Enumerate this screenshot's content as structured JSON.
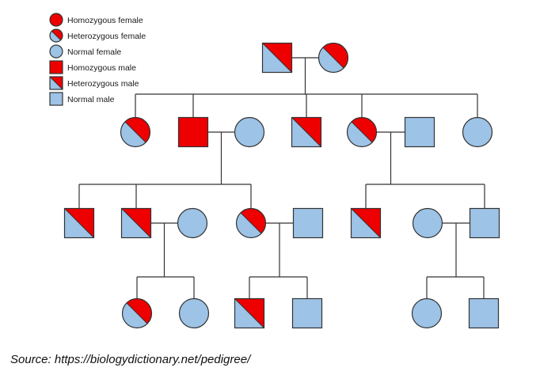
{
  "colors": {
    "affected": "#ee0000",
    "normal": "#9dc3e6",
    "line": "#333333",
    "stroke": "#333333"
  },
  "legend": [
    {
      "label": "Homozygous female",
      "shape": "circle",
      "status": "homozygous"
    },
    {
      "label": "Heterozygous female",
      "shape": "circle",
      "status": "heterozygous"
    },
    {
      "label": "Normal female",
      "shape": "circle",
      "status": "normal"
    },
    {
      "label": "Homozygous male",
      "shape": "square",
      "status": "homozygous"
    },
    {
      "label": "Heterozygous male",
      "shape": "square",
      "status": "heterozygous"
    },
    {
      "label": "Normal male",
      "shape": "square",
      "status": "normal"
    }
  ],
  "pedigree": {
    "individuals": [
      {
        "id": "g1-father",
        "generation": 1,
        "sex": "male",
        "status": "heterozygous"
      },
      {
        "id": "g1-mother",
        "generation": 1,
        "sex": "female",
        "status": "heterozygous"
      },
      {
        "id": "g2-daughter-1",
        "generation": 2,
        "sex": "female",
        "status": "heterozygous"
      },
      {
        "id": "g2-son-1",
        "generation": 2,
        "sex": "male",
        "status": "homozygous"
      },
      {
        "id": "g2-son-1-wife",
        "generation": 2,
        "sex": "female",
        "status": "normal"
      },
      {
        "id": "g2-son-2",
        "generation": 2,
        "sex": "male",
        "status": "heterozygous"
      },
      {
        "id": "g2-daughter-2",
        "generation": 2,
        "sex": "female",
        "status": "heterozygous"
      },
      {
        "id": "g2-daughter-2-husband",
        "generation": 2,
        "sex": "male",
        "status": "normal"
      },
      {
        "id": "g2-daughter-3",
        "generation": 2,
        "sex": "female",
        "status": "normal"
      },
      {
        "id": "g3-son-1",
        "generation": 3,
        "sex": "male",
        "status": "heterozygous"
      },
      {
        "id": "g3-son-2",
        "generation": 3,
        "sex": "male",
        "status": "heterozygous"
      },
      {
        "id": "g3-son-2-wife",
        "generation": 3,
        "sex": "female",
        "status": "normal"
      },
      {
        "id": "g3-daughter-1",
        "generation": 3,
        "sex": "female",
        "status": "heterozygous"
      },
      {
        "id": "g3-daughter-1-husband",
        "generation": 3,
        "sex": "male",
        "status": "normal"
      },
      {
        "id": "g3-son-3",
        "generation": 3,
        "sex": "male",
        "status": "heterozygous"
      },
      {
        "id": "g3-daughter-2",
        "generation": 3,
        "sex": "female",
        "status": "normal"
      },
      {
        "id": "g3-daughter-2-husband",
        "generation": 3,
        "sex": "male",
        "status": "normal"
      },
      {
        "id": "g4-daughter-1",
        "generation": 4,
        "sex": "female",
        "status": "heterozygous"
      },
      {
        "id": "g4-daughter-2",
        "generation": 4,
        "sex": "female",
        "status": "normal"
      },
      {
        "id": "g4-son-1",
        "generation": 4,
        "sex": "male",
        "status": "heterozygous"
      },
      {
        "id": "g4-son-2",
        "generation": 4,
        "sex": "male",
        "status": "normal"
      },
      {
        "id": "g4-daughter-3",
        "generation": 4,
        "sex": "female",
        "status": "normal"
      },
      {
        "id": "g4-son-3",
        "generation": 4,
        "sex": "male",
        "status": "normal"
      }
    ],
    "couples": [
      {
        "id": "c1",
        "partners": [
          "g1-father",
          "g1-mother"
        ],
        "children": [
          "g2-daughter-1",
          "g2-son-1",
          "g2-son-2",
          "g2-daughter-2",
          "g2-daughter-3"
        ]
      },
      {
        "id": "c2",
        "partners": [
          "g2-son-1",
          "g2-son-1-wife"
        ],
        "children": [
          "g3-son-1",
          "g3-son-2",
          "g3-daughter-1"
        ]
      },
      {
        "id": "c3",
        "partners": [
          "g2-daughter-2",
          "g2-daughter-2-husband"
        ],
        "children": [
          "g3-son-3",
          "g3-daughter-2-husband"
        ]
      },
      {
        "id": "c4",
        "partners": [
          "g3-son-2",
          "g3-son-2-wife"
        ],
        "children": [
          "g4-daughter-1",
          "g4-daughter-2"
        ]
      },
      {
        "id": "c5",
        "partners": [
          "g3-daughter-1",
          "g3-daughter-1-husband"
        ],
        "children": [
          "g4-son-1",
          "g4-son-2"
        ]
      },
      {
        "id": "c6",
        "partners": [
          "g3-daughter-2",
          "g3-daughter-2-husband"
        ],
        "children": [
          "g4-daughter-3",
          "g4-son-3"
        ]
      }
    ]
  },
  "caption": "Source: https://biologydictionary.net/pedigree/"
}
